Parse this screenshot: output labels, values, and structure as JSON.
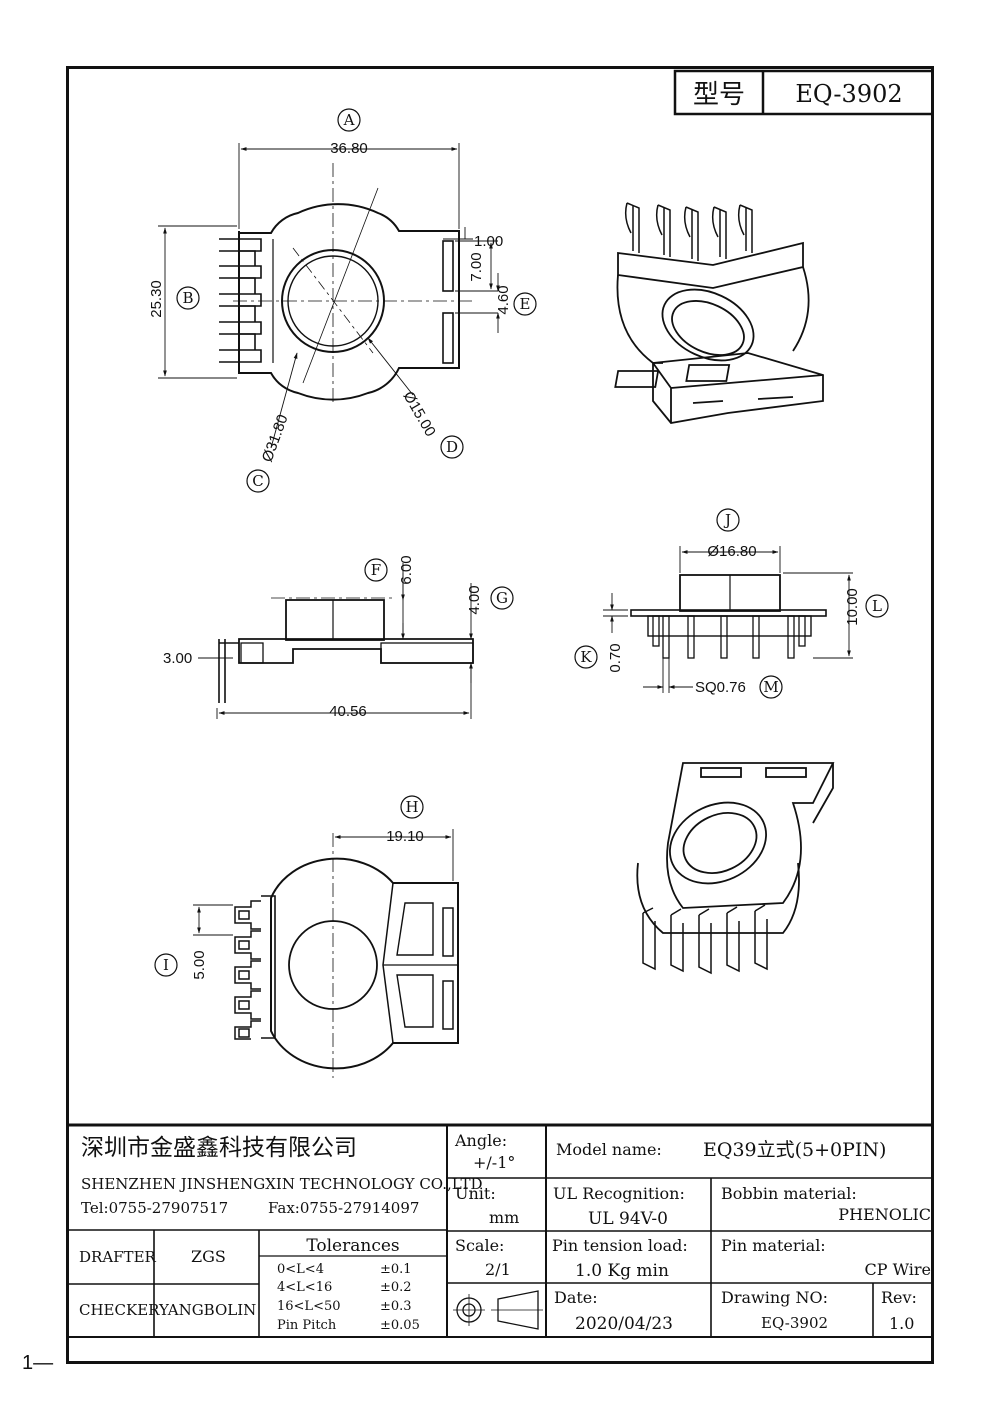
{
  "title_block": {
    "model_label": "型号",
    "model_value": "EQ-3902",
    "company_cn": "深圳市金盛鑫科技有限公司",
    "company_en": "SHENZHEN JINSHENGXIN TECHNOLOGY CO.,LTD",
    "tel": "Tel:0755-27907517",
    "fax": "Fax:0755-27914097",
    "angle_label": "Angle:",
    "angle_value": "+/-1°",
    "unit_label": "Unit:",
    "unit_value": "mm",
    "scale_label": "Scale:",
    "scale_value": "2/1",
    "model_name_label": "Model name:",
    "model_name_value": "EQ39立式(5+0PIN)",
    "ul_label": "UL Recognition:",
    "ul_value": "UL 94V-0",
    "bobbin_label": "Bobbin material:",
    "bobbin_value": "PHENOLIC",
    "pin_tension_label": "Pin tension load:",
    "pin_tension_value": "1.0 Kg min",
    "pin_material_label": "Pin material:",
    "pin_material_value": "CP Wire",
    "date_label": "Date:",
    "date_value": "2020/04/23",
    "drawing_no_label": "Drawing NO:",
    "drawing_no_value": "EQ-3902",
    "rev_label": "Rev:",
    "rev_value": "1.0",
    "drafter_label": "DRAFTER",
    "drafter_value": "ZGS",
    "checker_label": "CHECKER",
    "checker_value": "YANGBOLIN",
    "tolerances_label": "Tolerances",
    "tolerances": [
      {
        "range": "0<L<4",
        "tol": "±0.1"
      },
      {
        "range": "4<L<16",
        "tol": "±0.2"
      },
      {
        "range": "16<L<50",
        "tol": "±0.3"
      },
      {
        "range": "Pin Pitch",
        "tol": "±0.05"
      }
    ]
  },
  "dimensions": {
    "A": {
      "tag": "A",
      "value": "36.80"
    },
    "B": {
      "tag": "B",
      "value": "25.30"
    },
    "C": {
      "tag": "C",
      "value": "Ø31.80"
    },
    "D": {
      "tag": "D",
      "value": "Ø15.00"
    },
    "E": {
      "tag": "E",
      "value": "4.60"
    },
    "E2": {
      "value": "7.00"
    },
    "E3": {
      "value": "1.00"
    },
    "F": {
      "tag": "F",
      "value": "6.00"
    },
    "G": {
      "tag": "G",
      "value": "4.00"
    },
    "H": {
      "tag": "H",
      "value": "19.10"
    },
    "I": {
      "tag": "I",
      "value": "5.00"
    },
    "J": {
      "tag": "J",
      "value": "Ø16.80"
    },
    "K": {
      "tag": "K",
      "value": "0.70"
    },
    "L": {
      "tag": "L",
      "value": "10.00"
    },
    "M": {
      "tag": "M",
      "value": "SQ0.76"
    },
    "pin_offset": {
      "value": "3.00"
    },
    "overall_width": {
      "value": "40.56"
    }
  },
  "page_mark": "1—"
}
